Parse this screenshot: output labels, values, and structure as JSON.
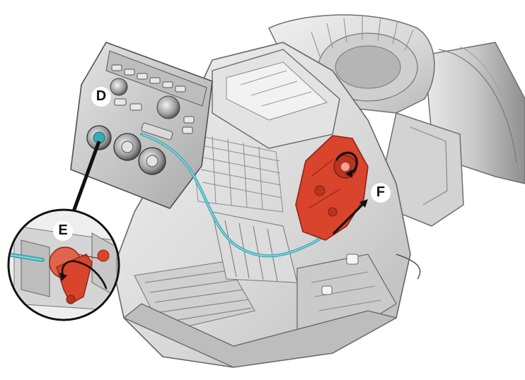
{
  "callouts": {
    "d": "D",
    "e": "E",
    "f": "F"
  },
  "colors": {
    "background": "#ffffff",
    "housing": "#d9d9d9",
    "housing_dark": "#9a9a9a",
    "actuator": "#d9442c",
    "cable": "#39a9b5",
    "leader": "#111111"
  },
  "icons": {
    "rotation": "curved-arrow-icon",
    "push": "straight-arrow-icon"
  }
}
